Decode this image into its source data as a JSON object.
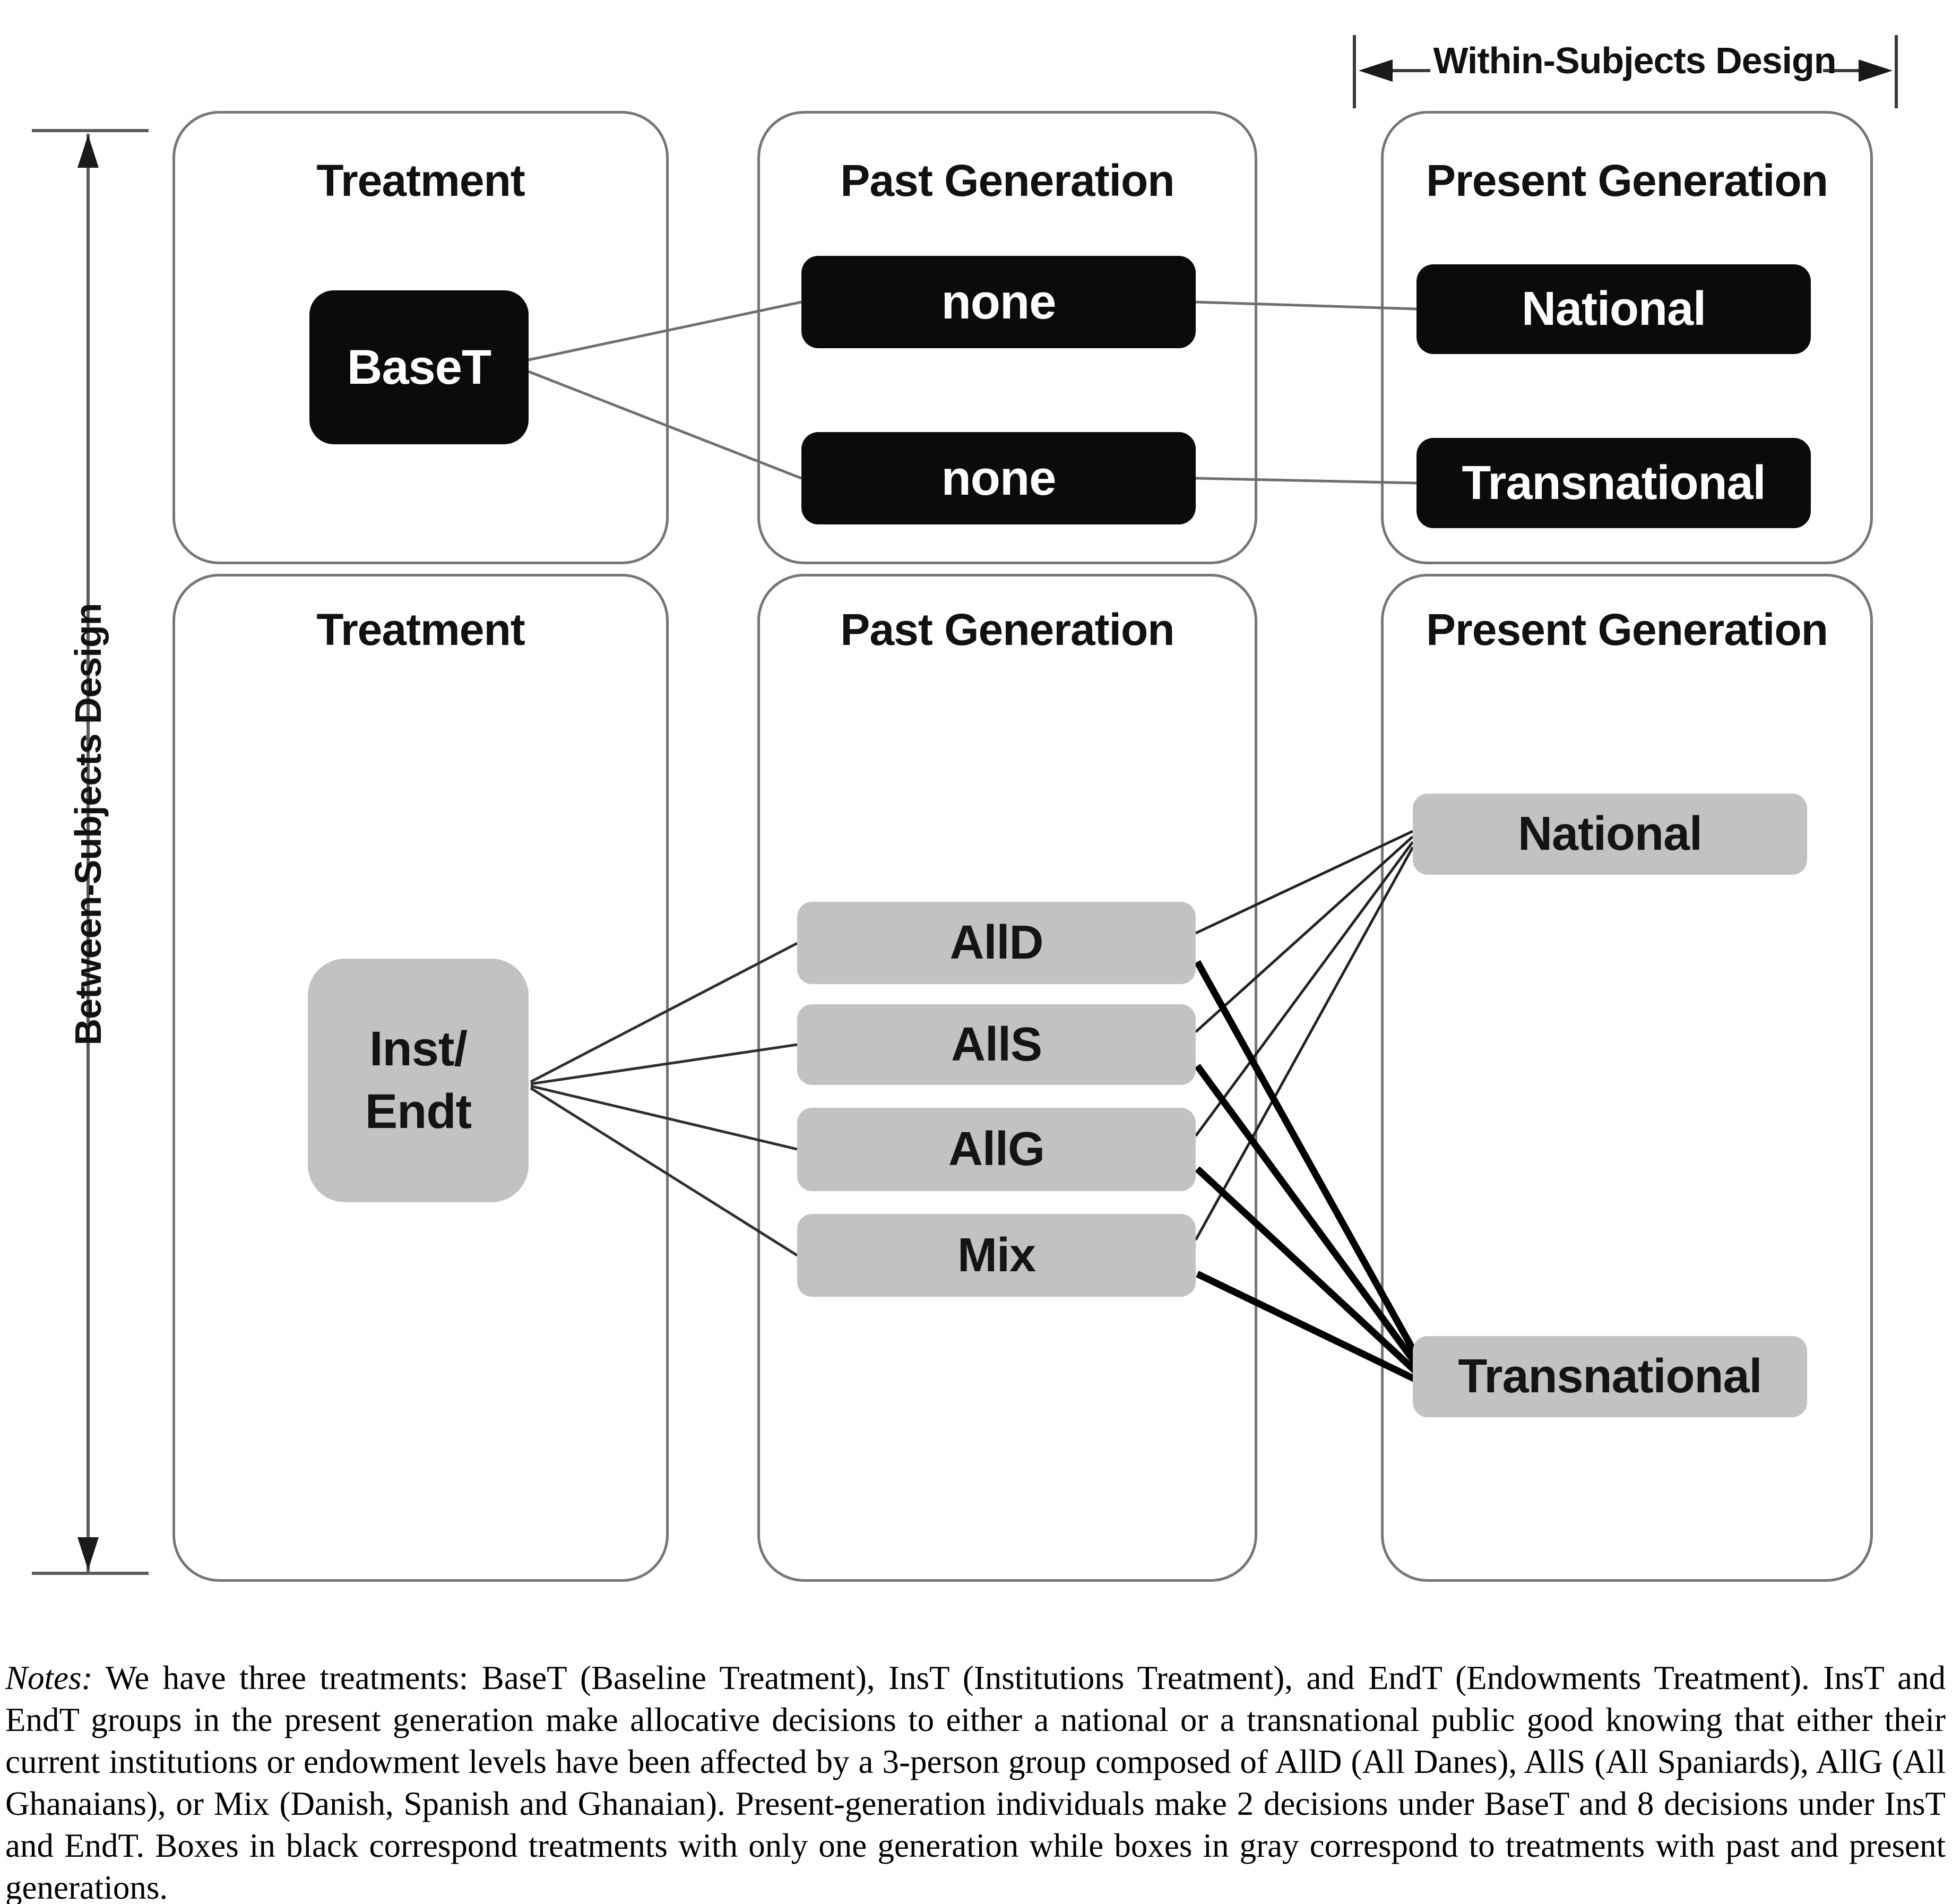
{
  "axes": {
    "within_subjects_label": "Within-Subjects Design",
    "between_subjects_label": "Between-Subjects Design"
  },
  "row1": {
    "treatment_title": "Treatment",
    "treatment_box": "BaseT",
    "past_title": "Past Generation",
    "past_boxes": [
      "none",
      "none"
    ],
    "present_title": "Present Generation",
    "present_boxes": [
      "National",
      "Transnational"
    ]
  },
  "row2": {
    "treatment_title": "Treatment",
    "treatment_box_lines": [
      "Inst/",
      "Endt"
    ],
    "past_title": "Past Generation",
    "past_boxes": [
      "AllD",
      "AllS",
      "AllG",
      "Mix"
    ],
    "present_title": "Present Generation",
    "present_boxes": [
      "National",
      "Transnational"
    ]
  },
  "notes": {
    "label": "Notes:",
    "text": " We have three treatments: BaseT (Baseline Treatment), InsT (Institutions Treatment), and EndT (Endowments Treatment). InsT and EndT groups in the present generation make allocative decisions to either a national or a transnational public good knowing that either their current institutions or endowment levels have been affected by a 3-person group composed of AllD (All Danes), AllS (All Spaniards), AllG (All Ghanaians), or Mix (Danish, Spanish and Ghanaian). Present-generation individuals make 2 decisions under BaseT and 8 decisions under InsT and EndT. Boxes in black correspond treatments with only one generation while boxes in gray correspond to treatments with past and present generations."
  },
  "colors": {
    "black_box": "#0b0b0b",
    "gray_box": "#c2c2c2",
    "container_border": "#767676",
    "light_line": "#6f6f6f",
    "dark_line": "#2e2e2e",
    "thick_line": "#000000"
  }
}
